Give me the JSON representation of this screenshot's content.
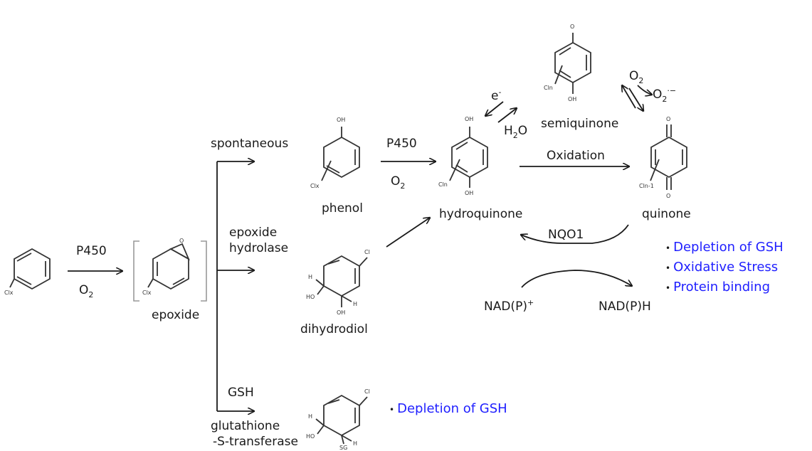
{
  "colors": {
    "text": "#1a1a1a",
    "effect": "#1f1fff",
    "bond": "#333333"
  },
  "compounds": {
    "epoxide": "epoxide",
    "phenol": "phenol",
    "dihydrodiol": "dihydrodiol",
    "hydroquinone": "hydroquinone",
    "semiquinone": "semiquinone",
    "quinone": "quinone"
  },
  "reagents": {
    "p450_1": "P450",
    "o2_1": "O",
    "o2_1_sub": "2",
    "spontaneous": "spontaneous",
    "epoxide_hydrolase_1": "epoxide",
    "epoxide_hydrolase_2": "hydrolase",
    "gsh": "GSH",
    "gst_1": "glutathione",
    "gst_2": "-S-transferase",
    "p450_2": "P450",
    "o2_2": "O",
    "o2_2_sub": "2",
    "oxidation": "Oxidation",
    "nqo1": "NQO1",
    "nadp_plus": "NAD(P)",
    "nadp_plus_sup": "+",
    "nadph": "NAD(P)H",
    "electron": "e",
    "electron_sup": "-",
    "water": "H",
    "water_sub": "2",
    "water_tail": "O",
    "o2_top": "O",
    "o2_top_sub": "2",
    "superoxide": "O",
    "superoxide_sub": "2",
    "superoxide_sup": "·−"
  },
  "atoms": {
    "cl_x": "Clx",
    "cl_n": "Cln",
    "cl_n1": "Cln-1",
    "cl": "Cl",
    "oh": "OH",
    "h": "H",
    "ho": "HO",
    "o": "O",
    "o_rad": "O",
    "sg": "SG"
  },
  "effects": {
    "quinone": [
      "Depletion of GSH",
      "Oxidative Stress",
      "Protein binding"
    ],
    "gsh_conjugate": [
      "Depletion of GSH"
    ]
  }
}
